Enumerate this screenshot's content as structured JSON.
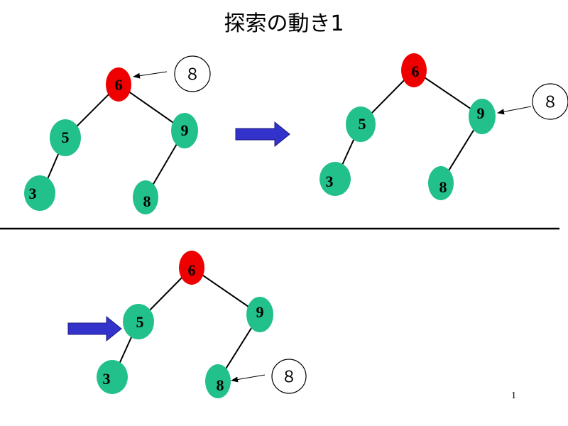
{
  "title": "探索の動き1",
  "page_number": "1",
  "colors": {
    "root": "#ee0000",
    "node": "#22c08a",
    "arrow": "#3333cc",
    "line": "#000000"
  },
  "search_key": "８",
  "panels": [
    {
      "nodes": [
        "6",
        "5",
        "9",
        "3",
        "8"
      ],
      "comparing": "6"
    },
    {
      "nodes": [
        "6",
        "5",
        "9",
        "3",
        "8"
      ],
      "comparing": "9"
    },
    {
      "nodes": [
        "6",
        "5",
        "9",
        "3",
        "8"
      ],
      "comparing": "8"
    }
  ]
}
